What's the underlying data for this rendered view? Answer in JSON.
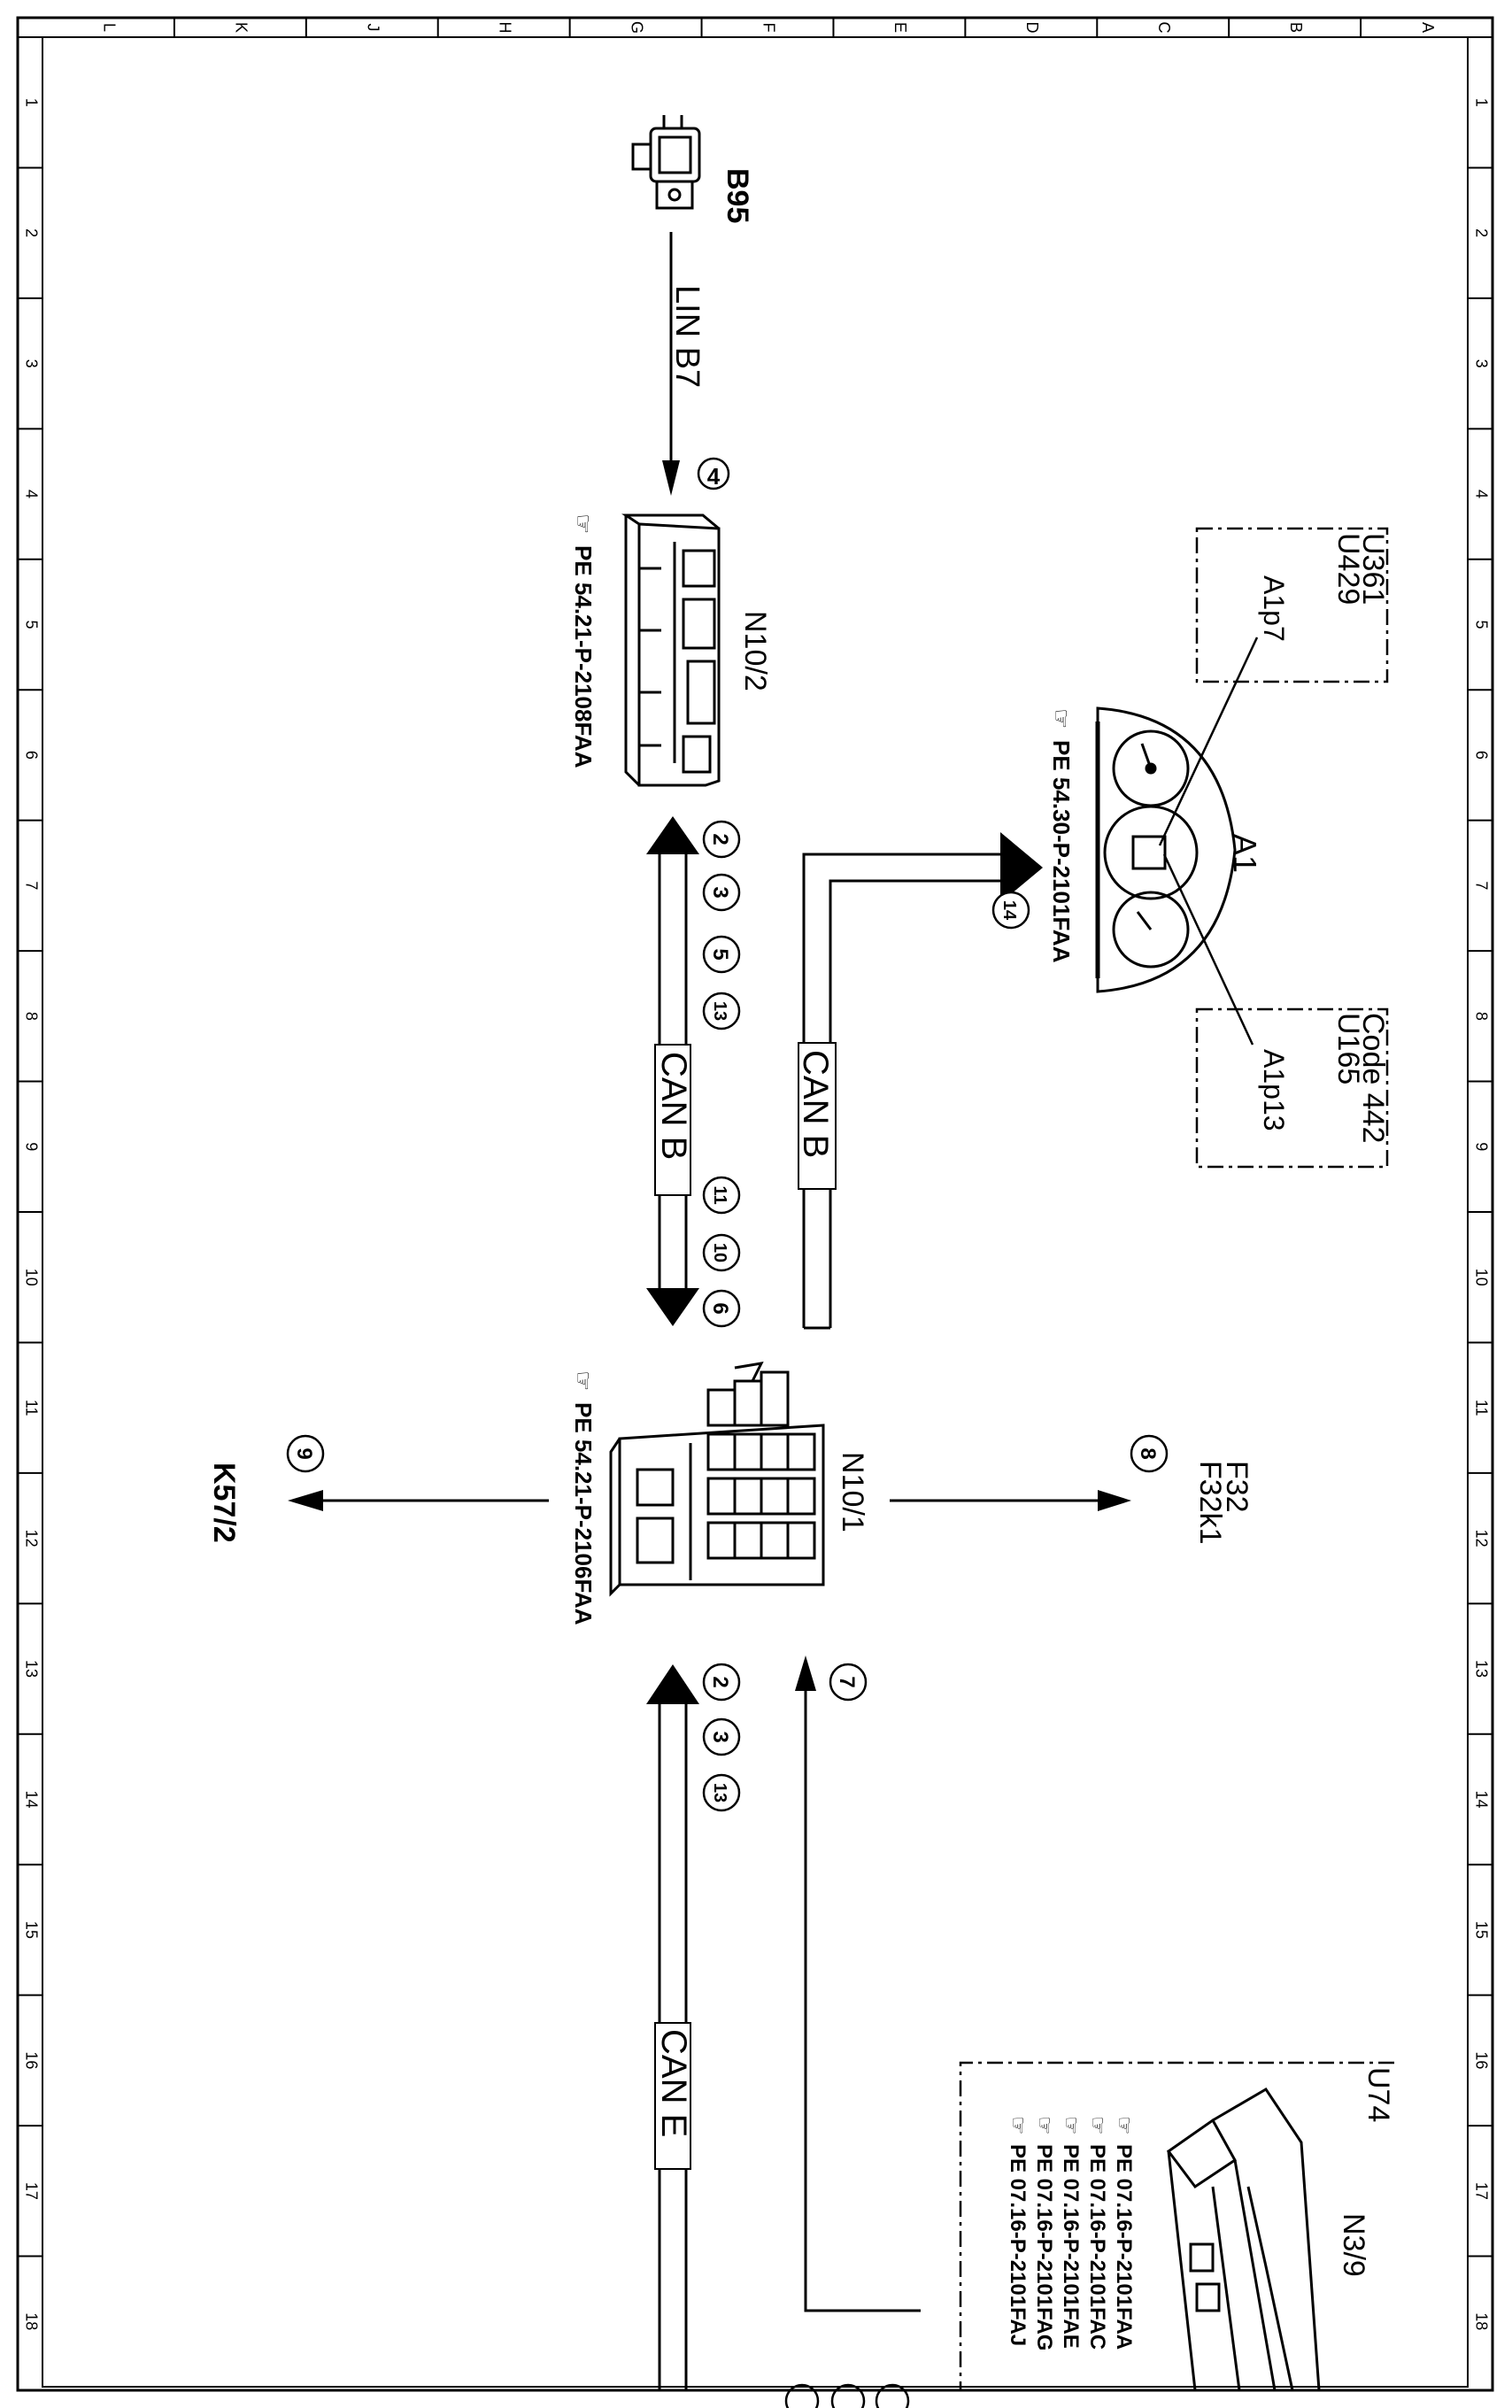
{
  "border": {
    "columns": [
      "L",
      "K",
      "J",
      "H",
      "G",
      "F",
      "E",
      "D",
      "C",
      "B",
      "A"
    ],
    "rows": [
      "1",
      "2",
      "3",
      "4",
      "5",
      "6",
      "7",
      "8",
      "9",
      "10",
      "11",
      "12",
      "13",
      "14",
      "15",
      "16",
      "17",
      "18"
    ]
  },
  "components": {
    "b95": {
      "label": "B95"
    },
    "n10_2": {
      "label": "N10/2",
      "ref": "PE 54.21-P-2108FAA"
    },
    "n10_1": {
      "label": "N10/1",
      "ref": "PE 54.21-P-2106FAA"
    },
    "a1": {
      "label": "A1",
      "ref": "PE 54.30-P-2101FAA"
    },
    "a1p7": {
      "label": "A1p7"
    },
    "a1p13": {
      "label": "A1p13"
    },
    "box_upper": {
      "lines": [
        "U361",
        "U429"
      ]
    },
    "box_lower": {
      "lines": [
        "Code  442",
        "U165"
      ]
    },
    "f32": {
      "label1": "F32",
      "label2": "F32k1"
    },
    "k57_2": {
      "label": "K57/2"
    },
    "n3_9": {
      "label": "N3/9",
      "box": "U74",
      "refs": [
        "PE 07.16-P-2101FAA",
        "PE 07.16-P-2101FAC",
        "PE 07.16-P-2101FAE",
        "PE 07.16-P-2101FAG",
        "PE 07.16-P-2101FAJ"
      ]
    }
  },
  "buses": {
    "lin": "LIN B7",
    "can_b1": "CAN B",
    "can_b2": "CAN B",
    "can_e": "CAN E"
  },
  "markers": {
    "m4": "4",
    "m2a": "2",
    "m3a": "3",
    "m5": "5",
    "m13a": "13",
    "m11": "11",
    "m10": "10",
    "m6": "6",
    "m14": "14",
    "m8": "8",
    "m9": "9",
    "m7": "7",
    "m2b": "2",
    "m3b": "3",
    "m13b": "13"
  }
}
